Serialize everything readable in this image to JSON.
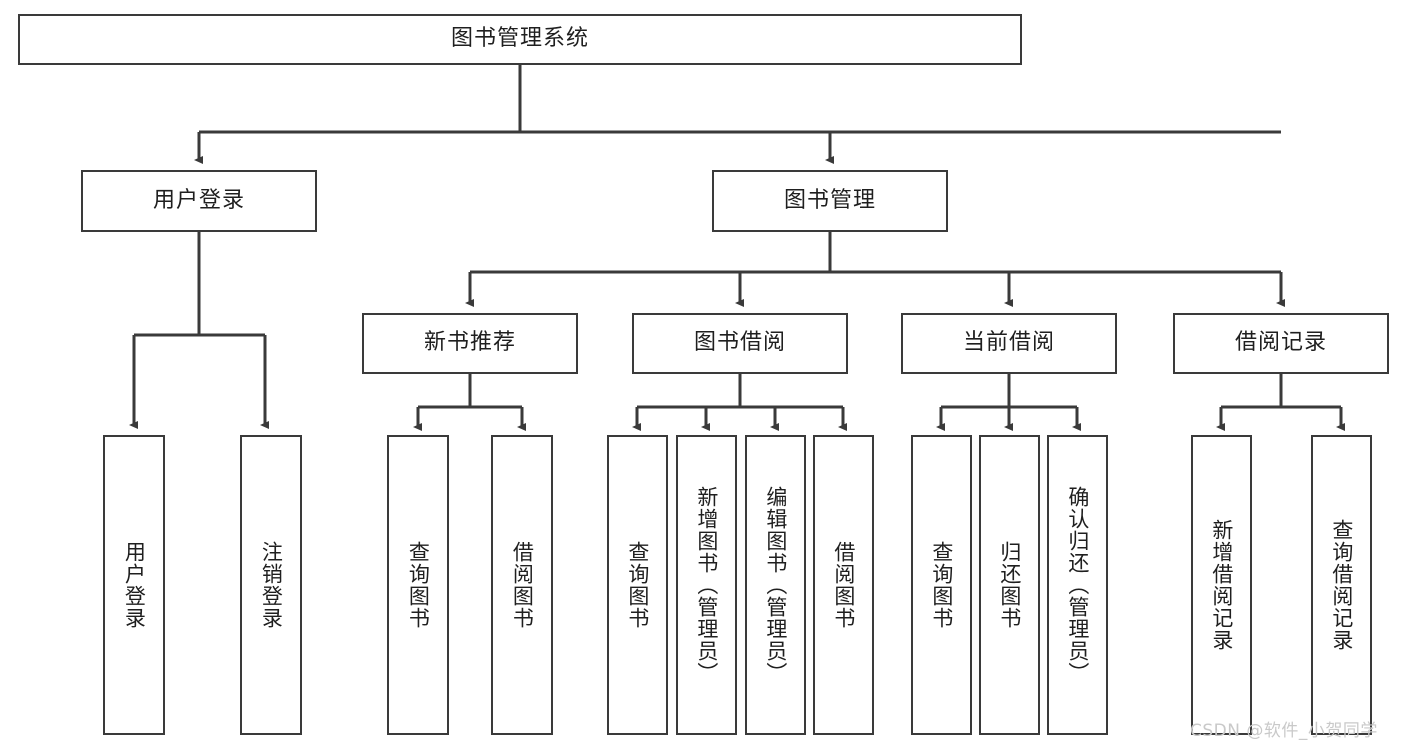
{
  "diagram": {
    "title_node": {
      "label": "图书管理系统"
    },
    "level2": [
      {
        "id": "user-login",
        "label": "用户登录"
      },
      {
        "id": "book-manage",
        "label": "图书管理"
      }
    ],
    "level3": [
      {
        "id": "new-book-recommend",
        "label": "新书推荐"
      },
      {
        "id": "book-borrow",
        "label": "图书借阅"
      },
      {
        "id": "current-borrow",
        "label": "当前借阅"
      },
      {
        "id": "borrow-record",
        "label": "借阅记录"
      }
    ],
    "leaves": {
      "user_login": [
        {
          "id": "leaf-user-login",
          "label": "用户登录"
        },
        {
          "id": "leaf-logout-login",
          "label": "注销登录"
        }
      ],
      "new_book_recommend": [
        {
          "id": "leaf-query-book-1",
          "label": "查询图书"
        },
        {
          "id": "leaf-borrow-book-1",
          "label": "借阅图书"
        }
      ],
      "book_borrow": [
        {
          "id": "leaf-query-book-2",
          "label": "查询图书"
        },
        {
          "id": "leaf-add-book",
          "label": "新增图书（管理员）"
        },
        {
          "id": "leaf-edit-book",
          "label": "编辑图书（管理员）"
        },
        {
          "id": "leaf-borrow-book-2",
          "label": "借阅图书"
        }
      ],
      "current_borrow": [
        {
          "id": "leaf-query-book-3",
          "label": "查询图书"
        },
        {
          "id": "leaf-return-book",
          "label": "归还图书"
        },
        {
          "id": "leaf-confirm-return",
          "label": "确认归还（管理员）"
        }
      ],
      "borrow_record": [
        {
          "id": "leaf-add-borrow-record",
          "label": "新增借阅记录"
        },
        {
          "id": "leaf-query-borrow-record",
          "label": "查询借阅记录"
        }
      ]
    },
    "watermark": {
      "text": "CSDN @软件_小贺同学"
    },
    "colors": {
      "stroke": "#3a3a3a",
      "fill": "#ffffff",
      "text": "#1f1f1f",
      "watermark": "#c9c9c9"
    }
  }
}
